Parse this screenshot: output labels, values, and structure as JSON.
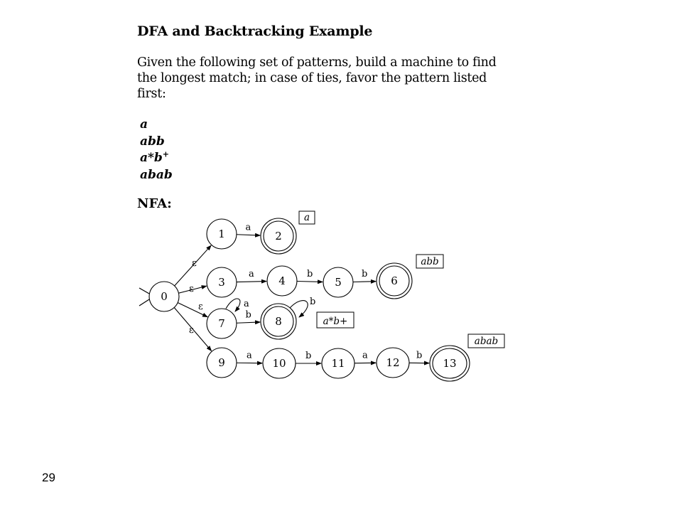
{
  "title": "DFA and Backtracking Example",
  "intro_lines": [
    "Given the following set of patterns, build a machine to find",
    "the longest match; in case of ties, favor the pattern listed",
    "first:"
  ],
  "patterns": [
    {
      "text": "a",
      "sup": ""
    },
    {
      "text": "abb",
      "sup": ""
    },
    {
      "text": "a*b",
      "sup": "+"
    },
    {
      "text": "abab",
      "sup": ""
    }
  ],
  "nfa_label": "NFA:",
  "nfa": {
    "states": [
      "0",
      "1",
      "2",
      "3",
      "4",
      "5",
      "6",
      "7",
      "8",
      "9",
      "10",
      "11",
      "12",
      "13"
    ],
    "accepting_states": [
      "2",
      "6",
      "8",
      "13"
    ],
    "epsilon_symbol": "ε",
    "transitions": [
      {
        "from": "0",
        "to": "1",
        "symbol": "ε"
      },
      {
        "from": "0",
        "to": "3",
        "symbol": "ε"
      },
      {
        "from": "0",
        "to": "7",
        "symbol": "ε"
      },
      {
        "from": "0",
        "to": "9",
        "symbol": "ε"
      },
      {
        "from": "1",
        "to": "2",
        "symbol": "a"
      },
      {
        "from": "3",
        "to": "4",
        "symbol": "a"
      },
      {
        "from": "4",
        "to": "5",
        "symbol": "b"
      },
      {
        "from": "5",
        "to": "6",
        "symbol": "b"
      },
      {
        "from": "7",
        "to": "7",
        "symbol": "a"
      },
      {
        "from": "7",
        "to": "8",
        "symbol": "b"
      },
      {
        "from": "8",
        "to": "8",
        "symbol": "b"
      },
      {
        "from": "9",
        "to": "10",
        "symbol": "a"
      },
      {
        "from": "10",
        "to": "11",
        "symbol": "b"
      },
      {
        "from": "11",
        "to": "12",
        "symbol": "a"
      },
      {
        "from": "12",
        "to": "13",
        "symbol": "b"
      }
    ],
    "pattern_tags": [
      {
        "state": "2",
        "label": "a"
      },
      {
        "state": "6",
        "label": "abb"
      },
      {
        "state": "8",
        "label": "a*b+"
      },
      {
        "state": "13",
        "label": "abab"
      }
    ]
  },
  "slide_number": "29"
}
